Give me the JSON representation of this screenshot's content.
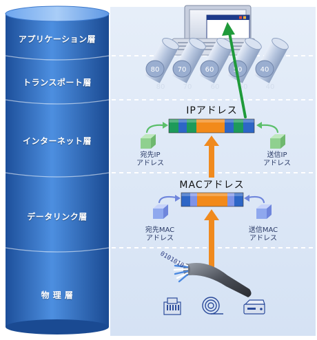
{
  "layers": [
    {
      "name": "アプリケーション層"
    },
    {
      "name": "トランスポート層"
    },
    {
      "name": "インターネット層"
    },
    {
      "name": "データリンク層"
    },
    {
      "name": "物 理 層"
    }
  ],
  "ports": {
    "front": [
      "80",
      "70",
      "60",
      "50",
      "40"
    ],
    "back": [
      "80",
      "70",
      "60",
      "50",
      "40"
    ]
  },
  "ip": {
    "title": "IPアドレス",
    "dest_label": "宛先IP\nアドレス",
    "src_label": "送信IP\nアドレス"
  },
  "mac": {
    "title": "MACアドレス",
    "dest_label": "宛先MAC\nアドレス",
    "src_label": "送信MAC\nアドレス"
  },
  "bits": "0101010",
  "colors": {
    "column": "#2f6fc2",
    "panel": "#dbe6f6",
    "arrow_up": "#f08a1e",
    "arrow_green": "#1f9a3a",
    "cube_green": "#8fd08f",
    "cube_blue": "#8fa8ee"
  },
  "icons": [
    "ethernet-port-icon",
    "fiber-coil-icon",
    "network-device-icon"
  ]
}
